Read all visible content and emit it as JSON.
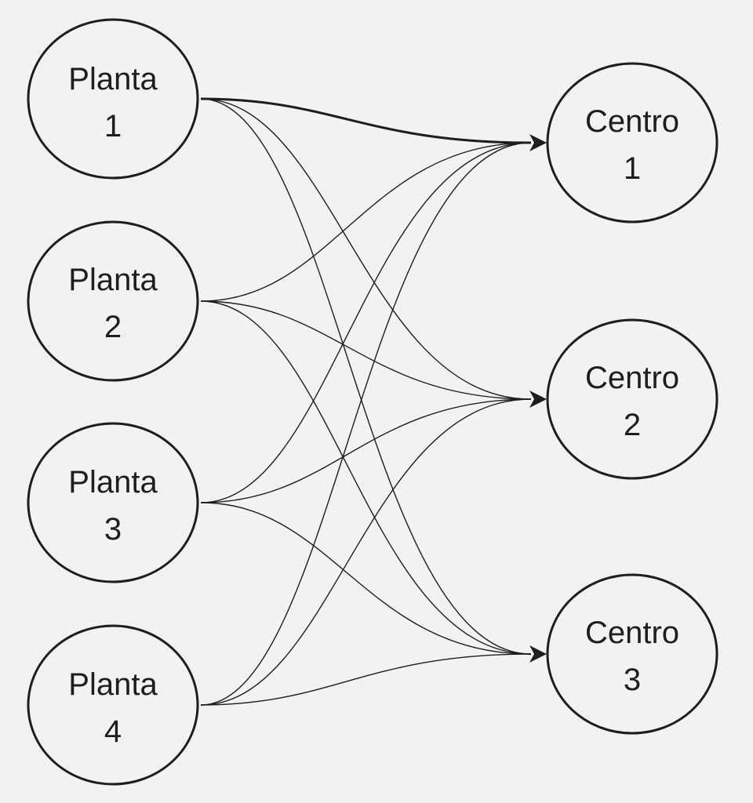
{
  "diagram": {
    "plants": [
      {
        "id": "p1",
        "line1": "Planta",
        "line2": "1"
      },
      {
        "id": "p2",
        "line1": "Planta",
        "line2": "2"
      },
      {
        "id": "p3",
        "line1": "Planta",
        "line2": "3"
      },
      {
        "id": "p4",
        "line1": "Planta",
        "line2": "4"
      }
    ],
    "centers": [
      {
        "id": "c1",
        "line1": "Centro",
        "line2": "1"
      },
      {
        "id": "c2",
        "line1": "Centro",
        "line2": "2"
      },
      {
        "id": "c3",
        "line1": "Centro",
        "line2": "3"
      }
    ],
    "edges": [
      {
        "from": "p1",
        "to": "c1",
        "emphasis": true
      },
      {
        "from": "p1",
        "to": "c2"
      },
      {
        "from": "p1",
        "to": "c3"
      },
      {
        "from": "p2",
        "to": "c1"
      },
      {
        "from": "p2",
        "to": "c2"
      },
      {
        "from": "p2",
        "to": "c3"
      },
      {
        "from": "p3",
        "to": "c1"
      },
      {
        "from": "p3",
        "to": "c2"
      },
      {
        "from": "p3",
        "to": "c3"
      },
      {
        "from": "p4",
        "to": "c1"
      },
      {
        "from": "p4",
        "to": "c2"
      },
      {
        "from": "p4",
        "to": "c3"
      }
    ],
    "stroke_color": "#1e1e1e",
    "background_color": "#f2f2f2"
  }
}
